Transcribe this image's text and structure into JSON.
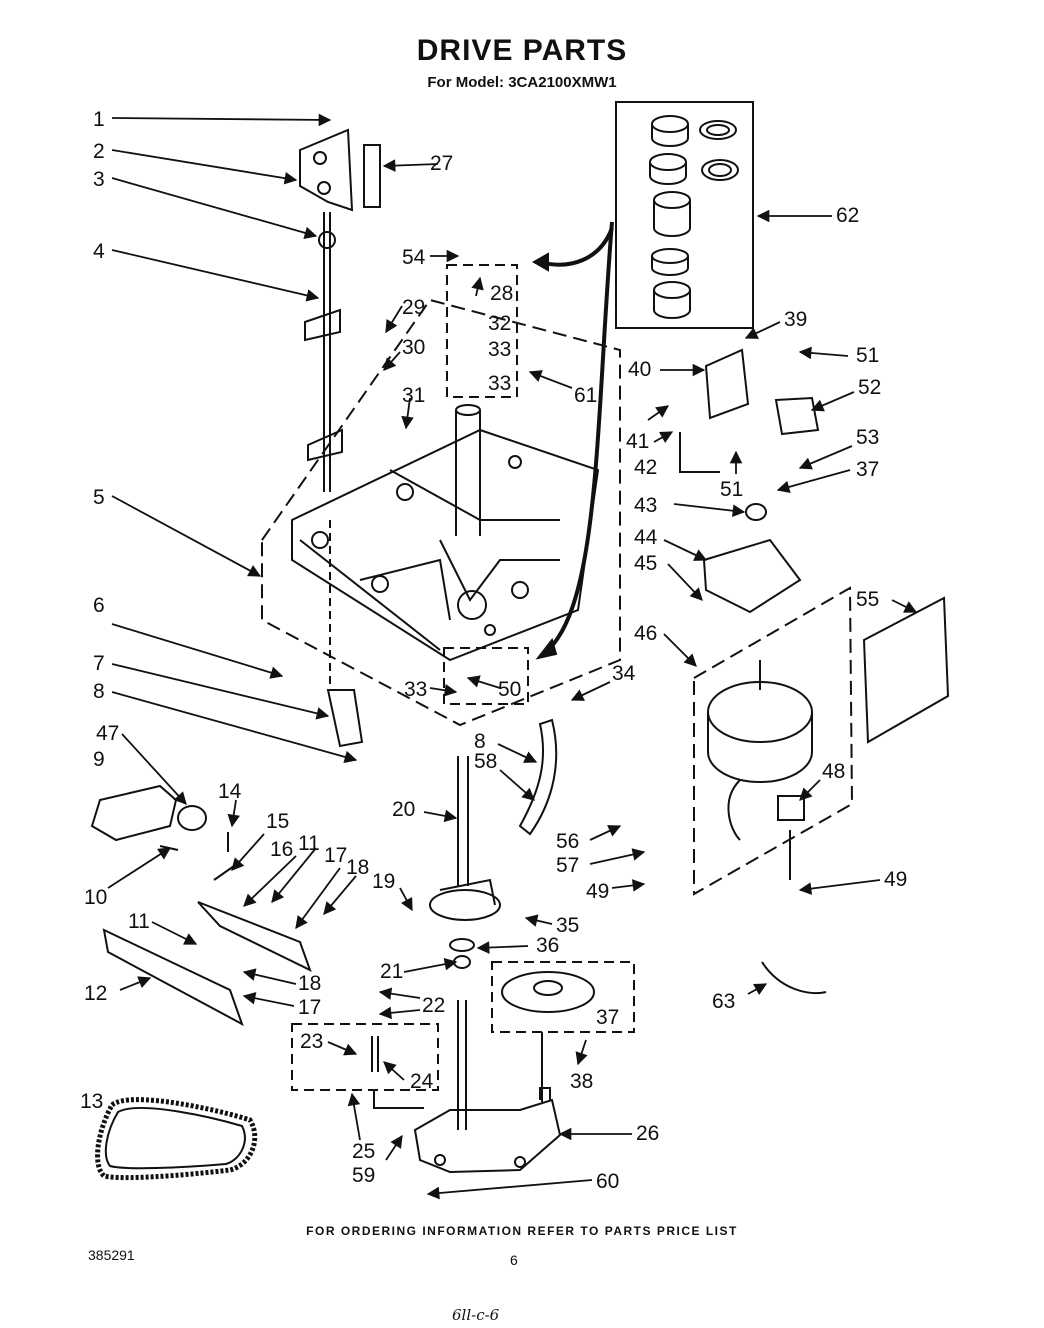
{
  "title": "DRIVE PARTS",
  "subtitle": "For Model: 3CA2100XMW1",
  "footer": "FOR ORDERING INFORMATION REFER TO PARTS PRICE LIST",
  "doc_number": "385291",
  "page_number": "6",
  "handwritten_note": "6ll-c-6",
  "callouts": [
    "1",
    "2",
    "3",
    "4",
    "5",
    "6",
    "7",
    "8",
    "9",
    "10",
    "11",
    "11",
    "12",
    "13",
    "14",
    "15",
    "16",
    "17",
    "17",
    "18",
    "18",
    "19",
    "20",
    "21",
    "22",
    "23",
    "24",
    "25",
    "26",
    "27",
    "28",
    "29",
    "30",
    "31",
    "32",
    "33",
    "33",
    "33",
    "34",
    "35",
    "36",
    "37",
    "37",
    "38",
    "39",
    "40",
    "41",
    "42",
    "43",
    "44",
    "45",
    "46",
    "47",
    "48",
    "49",
    "49",
    "50",
    "51",
    "51",
    "52",
    "53",
    "54",
    "55",
    "56",
    "57",
    "58",
    "59",
    "60",
    "61",
    "62",
    "63",
    "8"
  ]
}
